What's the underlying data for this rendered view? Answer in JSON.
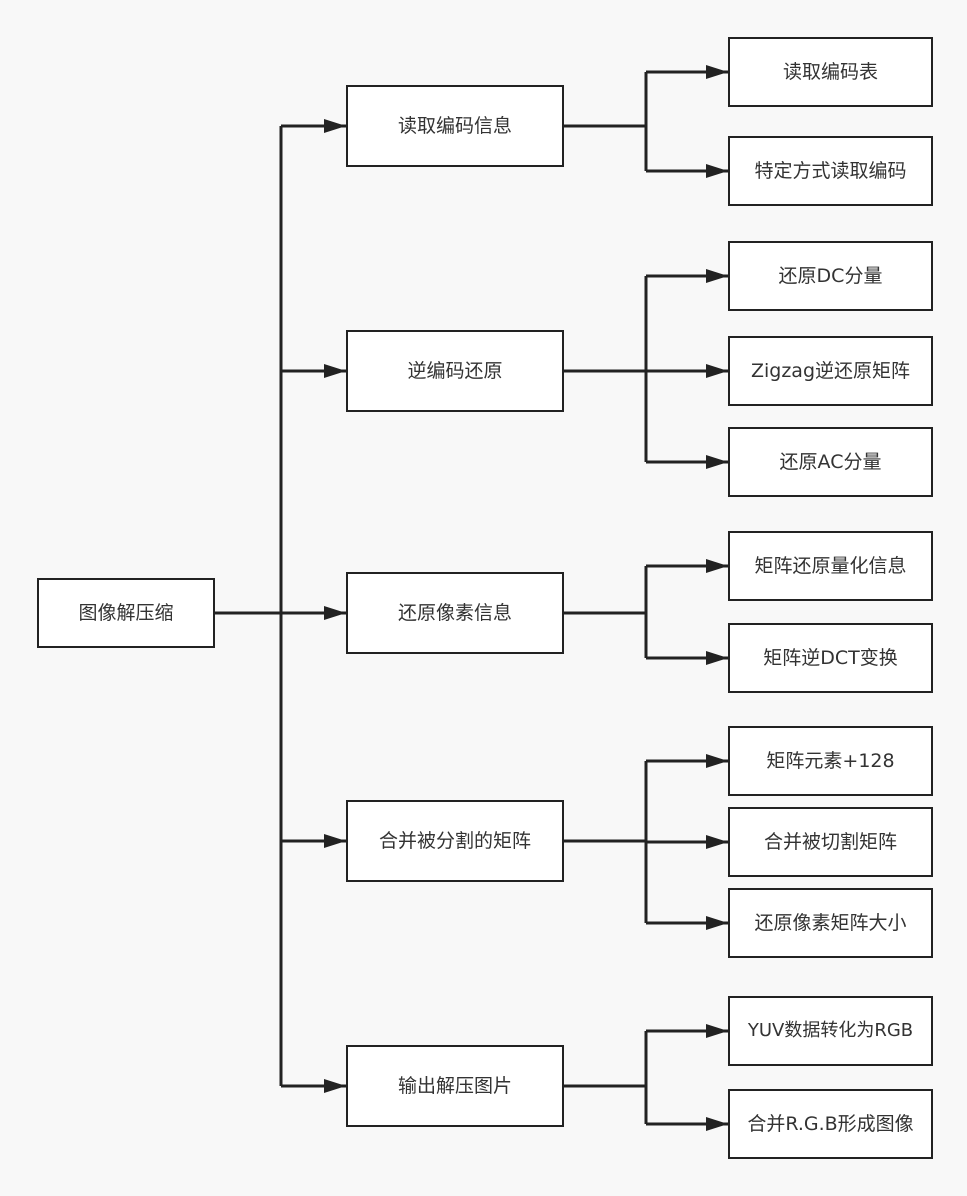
{
  "colors": {
    "line": "#222222",
    "text": "#333333",
    "node_fill": "#ffffff",
    "background": "#f8f8f8"
  },
  "root": {
    "label": "图像解压缩"
  },
  "branches": [
    {
      "label": "读取编码信息",
      "children": [
        "读取编码表",
        "特定方式读取编码"
      ]
    },
    {
      "label": "逆编码还原",
      "children": [
        "还原DC分量",
        "Zigzag逆还原矩阵",
        "还原AC分量"
      ]
    },
    {
      "label": "还原像素信息",
      "children": [
        "矩阵还原量化信息",
        "矩阵逆DCT变换"
      ]
    },
    {
      "label": "合并被分割的矩阵",
      "children": [
        "矩阵元素+128",
        "合并被切割矩阵",
        "还原像素矩阵大小"
      ]
    },
    {
      "label": "输出解压图片",
      "children": [
        "YUV数据转化为RGB",
        "合并R.G.B形成图像"
      ]
    }
  ]
}
